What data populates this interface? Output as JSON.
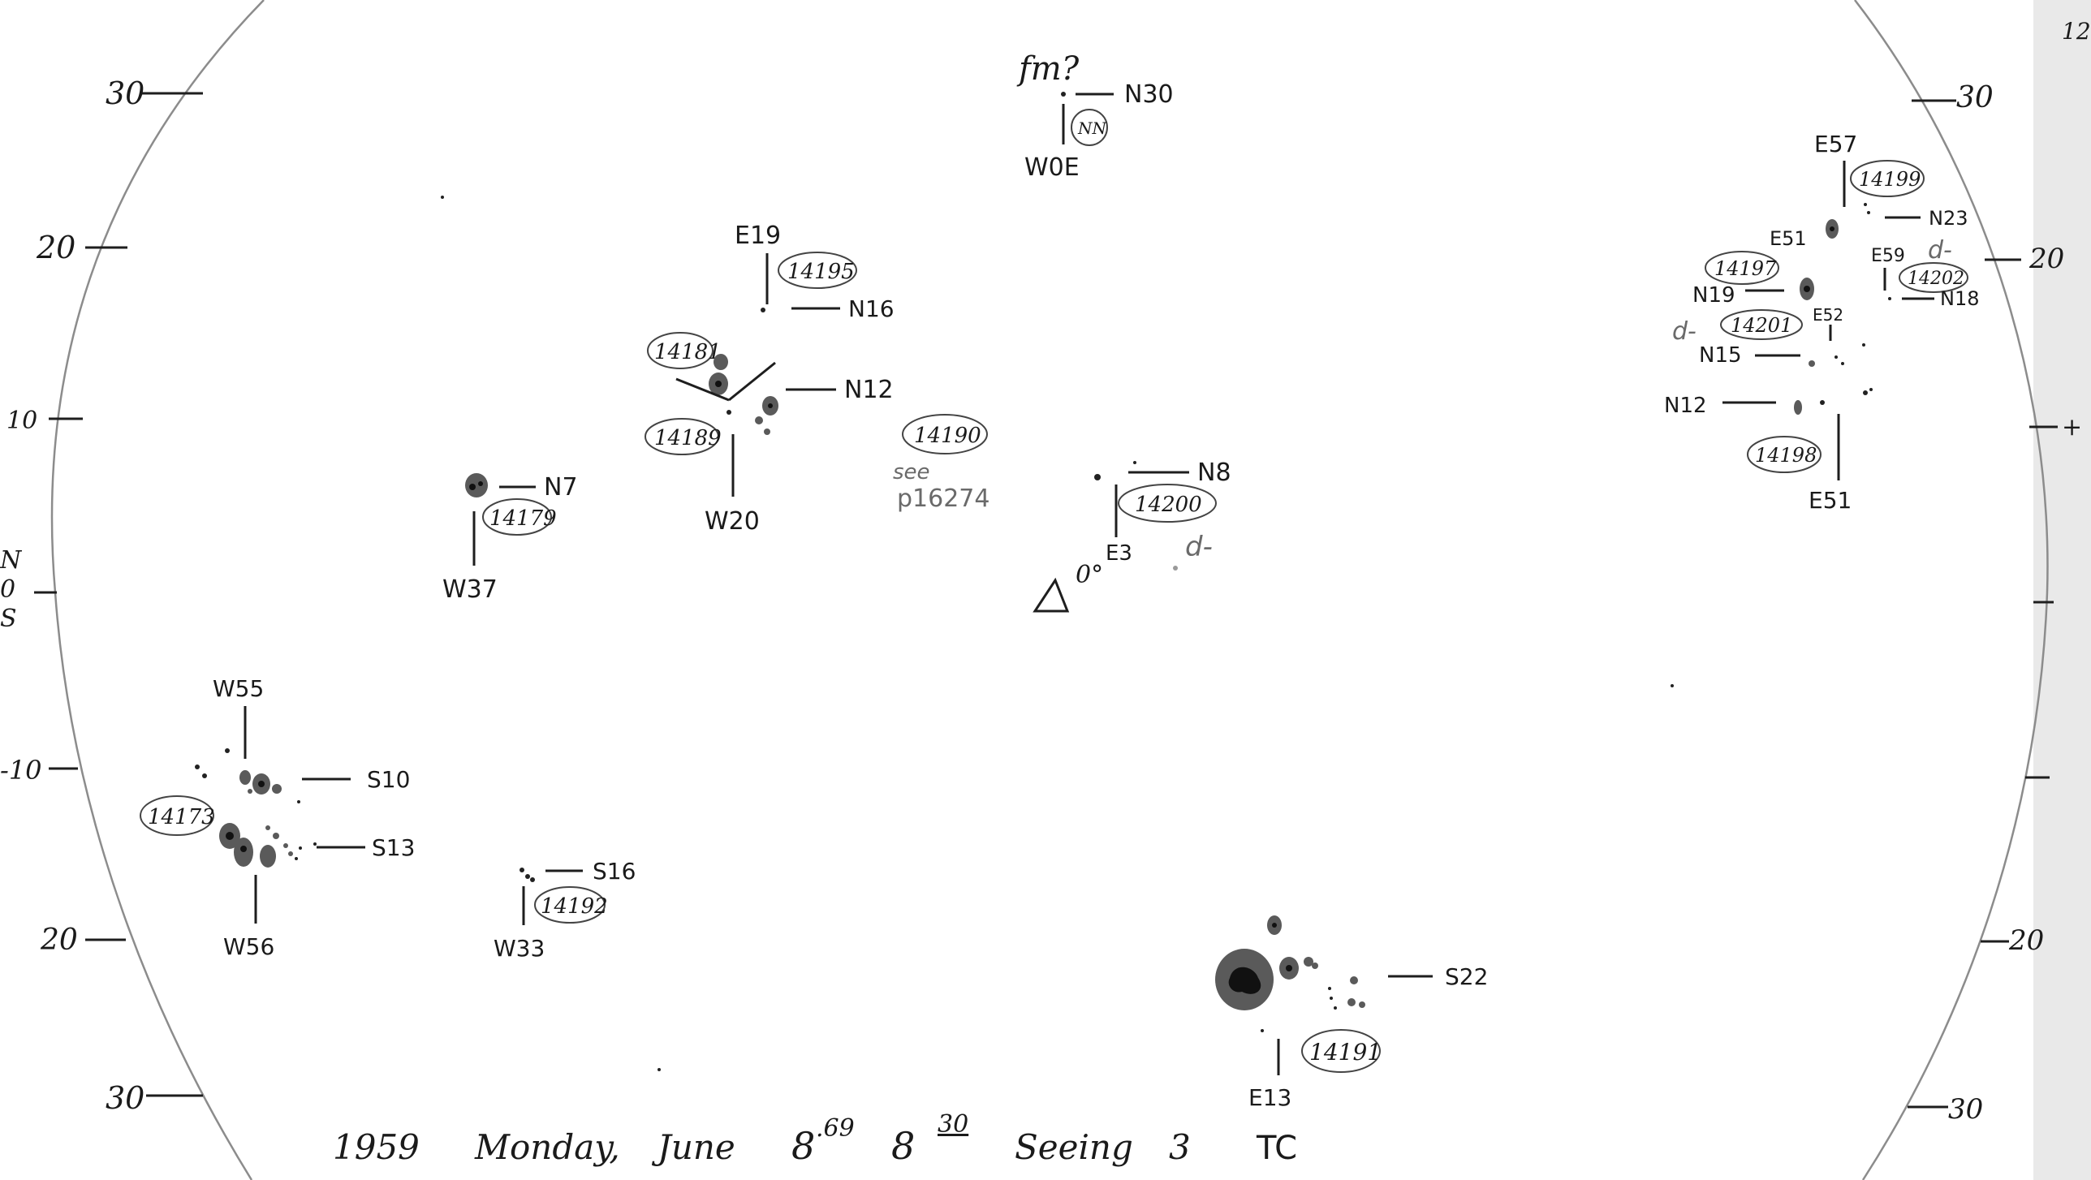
{
  "drawing": {
    "footer": {
      "year": "1959",
      "weekday": "Monday,",
      "month": "June",
      "day": "8",
      "day_fraction": ".69",
      "hour": "8",
      "minute": "30",
      "seeing_label": "Seeing",
      "seeing_value": "3",
      "observer": "TC"
    },
    "scale_left": [
      "30",
      "20",
      "10",
      "-10",
      "20",
      "30"
    ],
    "scale_right": [
      "30",
      "20",
      "+",
      "20",
      "30"
    ],
    "equator_label": [
      "N",
      "0",
      "S"
    ],
    "corner_mark": "12",
    "groups": [
      {
        "id": "14195",
        "lon": "E19",
        "lat": "N16"
      },
      {
        "id": "14181",
        "lat": "N12"
      },
      {
        "id": "14189",
        "lon": "W20"
      },
      {
        "id": "14190",
        "note_line1": "see",
        "note_line2": "p16274"
      },
      {
        "id": "14179",
        "lon": "W37",
        "lat": "N7"
      },
      {
        "id": "14173",
        "lon_top": "W55",
        "lon_bottom": "W56",
        "lat_top": "S10",
        "lat_bottom": "S13"
      },
      {
        "id": "14192",
        "lon": "W33",
        "lat": "S16"
      },
      {
        "id": "14191",
        "lon": "E13",
        "lat": "S22"
      },
      {
        "id": "14200",
        "lon": "E3",
        "lat": "N8",
        "pencil_mark": "d-"
      },
      {
        "id": "NN",
        "lon": "W0E",
        "lat": "N30",
        "note": "fm?"
      },
      {
        "id": "14199",
        "lon": "E57",
        "lat": "N23"
      },
      {
        "id": "14197",
        "lon": "E51",
        "lat": "N19"
      },
      {
        "id": "14202",
        "lon": "E59",
        "lat": "N18",
        "pencil_mark": "d-"
      },
      {
        "id": "14201",
        "lon": "E52",
        "lat": "N15",
        "pencil_mark": "d-"
      },
      {
        "id": "14198",
        "lon": "E51",
        "lat": "N12"
      }
    ],
    "center_mark": {
      "symbol": "△",
      "label": "0°"
    },
    "colors": {
      "ink": "#1a1a1a",
      "pencil": "#6a6a6a",
      "spot": "#5a5a5a",
      "paper": "#ffffff"
    }
  }
}
